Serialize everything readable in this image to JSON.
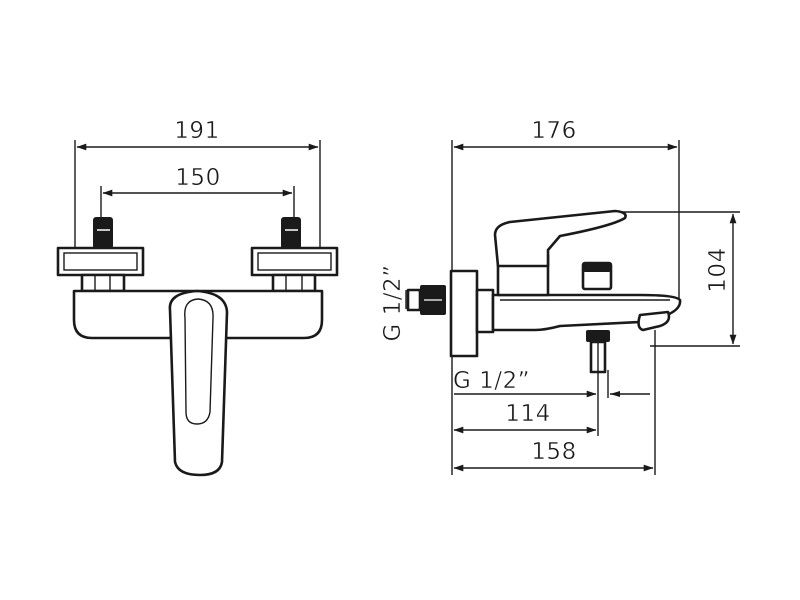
{
  "drawing": {
    "front_view": {
      "overall_width": "191",
      "inlet_spacing": "150"
    },
    "side_view": {
      "overall_depth": "176",
      "height": "104",
      "inlet_thread_vertical": "G 1/2”",
      "outlet_thread": "G 1/2”",
      "outlet_offset": "114",
      "spout_reach": "158"
    }
  }
}
